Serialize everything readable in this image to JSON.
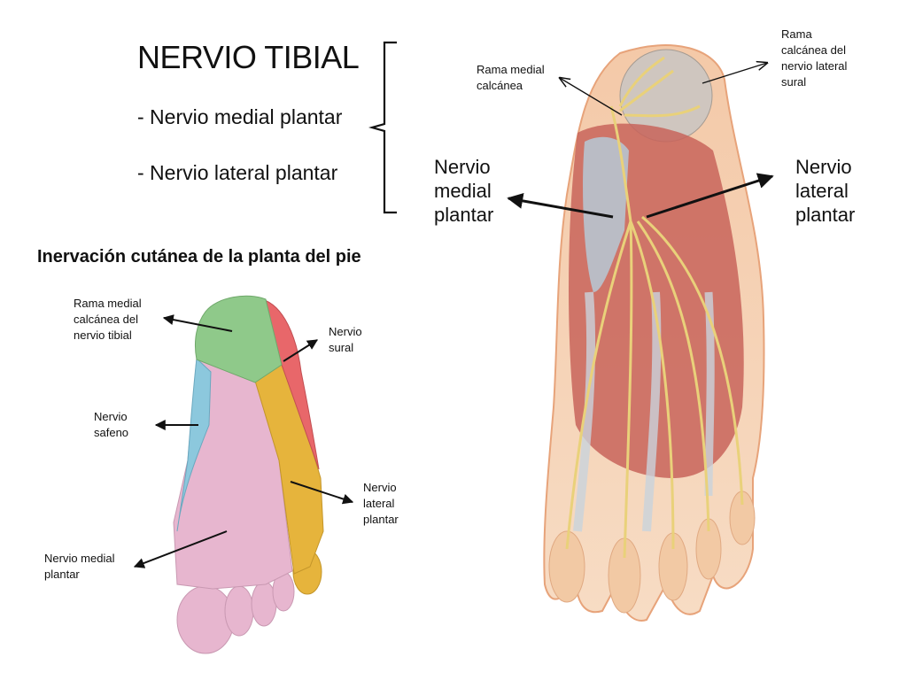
{
  "heading": {
    "title": "NERVIO TIBIAL",
    "branch_1": "- Nervio medial plantar",
    "branch_2": "- Nervio lateral plantar"
  },
  "cutaneous": {
    "title": "Inervación cutánea de la planta del pie",
    "labels": {
      "medial_calcaneal": [
        "Rama medial",
        "calcánea del",
        "nervio tibial"
      ],
      "sural": [
        "Nervio",
        "sural"
      ],
      "saphenous": [
        "Nervio",
        "safeno"
      ],
      "lateral_plantar": [
        "Nervio",
        "lateral",
        "plantar"
      ],
      "medial_plantar": [
        "Nervio medial",
        "plantar"
      ]
    },
    "region_colors": {
      "medial_calcaneal": "#8fc98a",
      "sural": "#e8676a",
      "saphenous": "#8cc8dd",
      "lateral_plantar": "#e6b43c",
      "medial_plantar": "#e7b6cf"
    }
  },
  "anatomy": {
    "labels": {
      "medial_calcaneal": [
        "Rama medial",
        "calcánea"
      ],
      "lateral_calcaneal": [
        "Rama",
        "calcánea del",
        "nervio lateral",
        "sural"
      ],
      "medial_plantar": [
        "Nervio",
        "medial",
        "plantar"
      ],
      "lateral_plantar": [
        "Nervio",
        "lateral",
        "plantar"
      ]
    }
  }
}
